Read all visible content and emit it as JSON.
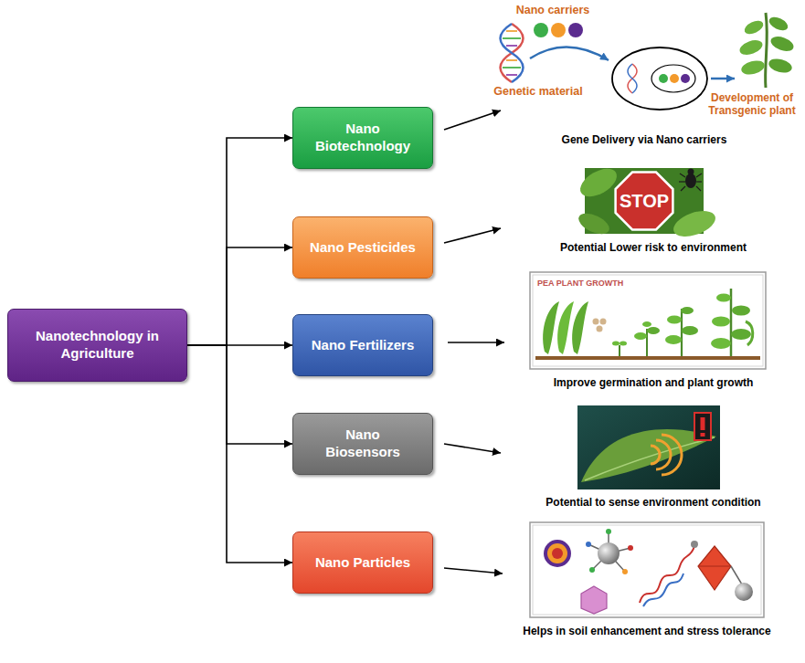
{
  "diagram": {
    "nodes": [
      {
        "text": [
          "Nanotechnology in Agriculture"
        ]
      },
      {
        "text": [
          "Nano Biotechnology"
        ]
      },
      {
        "text": [
          "Nano Pesticides"
        ]
      },
      {
        "text": [
          "Nano Fertilizers"
        ]
      },
      {
        "text": [
          "Nano Biosensors"
        ]
      },
      {
        "text": [
          "Nano Particles"
        ]
      }
    ],
    "edges": [
      {
        "from": 0,
        "to": 1,
        "arrow": "to"
      },
      {
        "from": 0,
        "to": 2,
        "arrow": "to"
      },
      {
        "from": 0,
        "to": 3,
        "arrow": "to"
      },
      {
        "from": 0,
        "to": 4,
        "arrow": "to"
      },
      {
        "from": 0,
        "to": 5,
        "arrow": "to"
      }
    ],
    "labels": [
      "Nano carriers",
      "Genetic material",
      "Development of Transgenic plant",
      "Gene Delivery via Nano carriers",
      "STOP",
      "Potential Lower risk to environment",
      "PEA PLANT GROWTH",
      "Improve germination and plant growth",
      "Potential to sense environment condition",
      "Helps in soil enhancement and stress tolerance"
    ]
  }
}
